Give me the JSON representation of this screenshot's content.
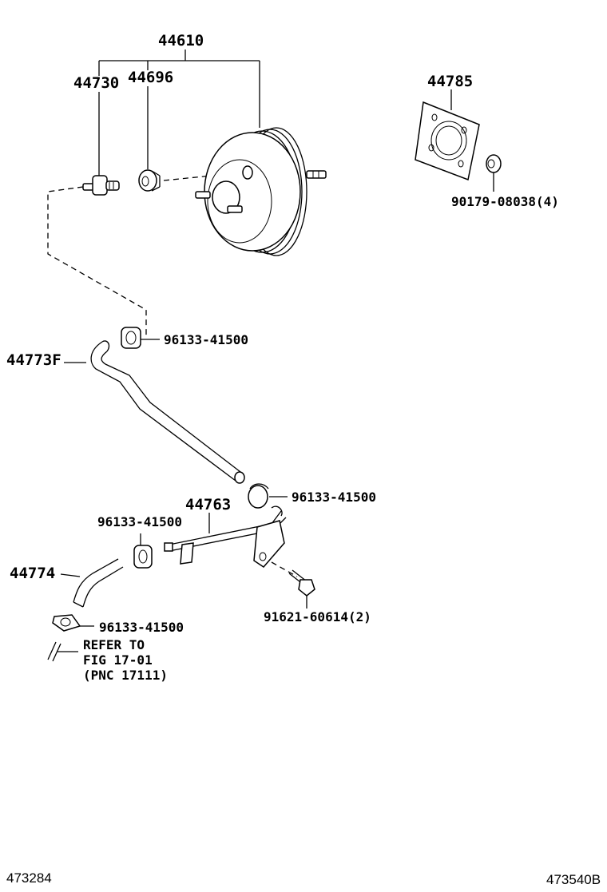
{
  "diagram": {
    "callouts": {
      "booster_assy": "44610",
      "check_valve": "44730",
      "grommet": "44696",
      "gasket": "44785",
      "gasket_nut": "90179-08038(4)",
      "clip_top": "96133-41500",
      "hose_upper": "44773F",
      "clip_mid": "96133-41500",
      "pipe": "44763",
      "clip_pipe": "96133-41500",
      "hose_lower": "44774",
      "bolt": "91621-60614(2)",
      "clip_lower": "96133-41500"
    },
    "refer_note": [
      "REFER TO",
      "FIG 17-01",
      "(PNC 17111)"
    ],
    "footer": {
      "left_code": "473284",
      "right_code": "473540B"
    }
  }
}
